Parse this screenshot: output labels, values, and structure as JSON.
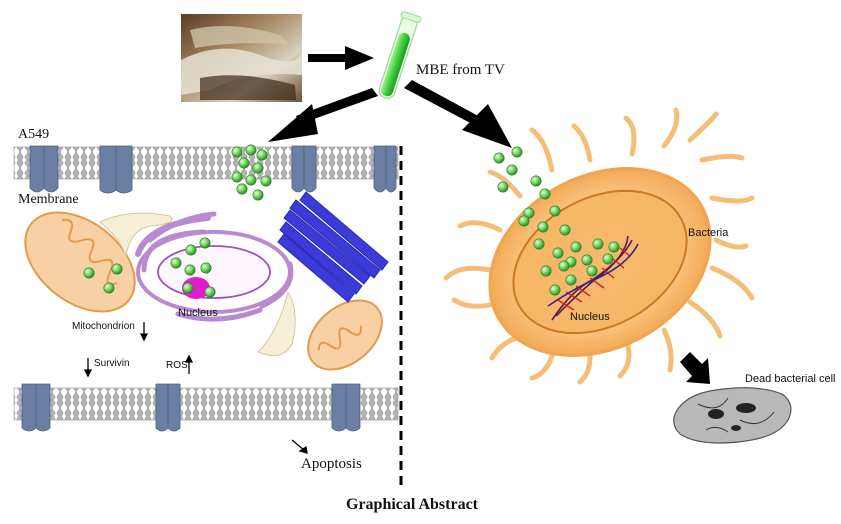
{
  "labels": {
    "mbe": "MBE from TV",
    "a549": "A549",
    "membrane": "Membrane",
    "bacteria": "Bacteria",
    "nucleus_cell": "Nucleus",
    "nucleus_bacteria": "Nucleus",
    "mitochondrion": "Mitochondrion",
    "survivin": "Survivin",
    "ros": "ROS",
    "apoptosis": "Apoptosis",
    "dead_cell": "Dead bacterial cell",
    "caption": "Graphical Abstract"
  },
  "regulation": {
    "mitochondrion": "down",
    "survivin": "down",
    "ros": "up"
  },
  "colors": {
    "particle_green": "#6fd35a",
    "bacteria_orange": "#f6c27a",
    "mitochondria_orange": "#f4c690",
    "golgi_purple": "#b98ad0",
    "er_blue": "#3b3bd9",
    "nucleus_magenta": "#e21ad0",
    "channel_blue": "#6b7fa5",
    "membrane_gray": "#a9a9a9"
  }
}
